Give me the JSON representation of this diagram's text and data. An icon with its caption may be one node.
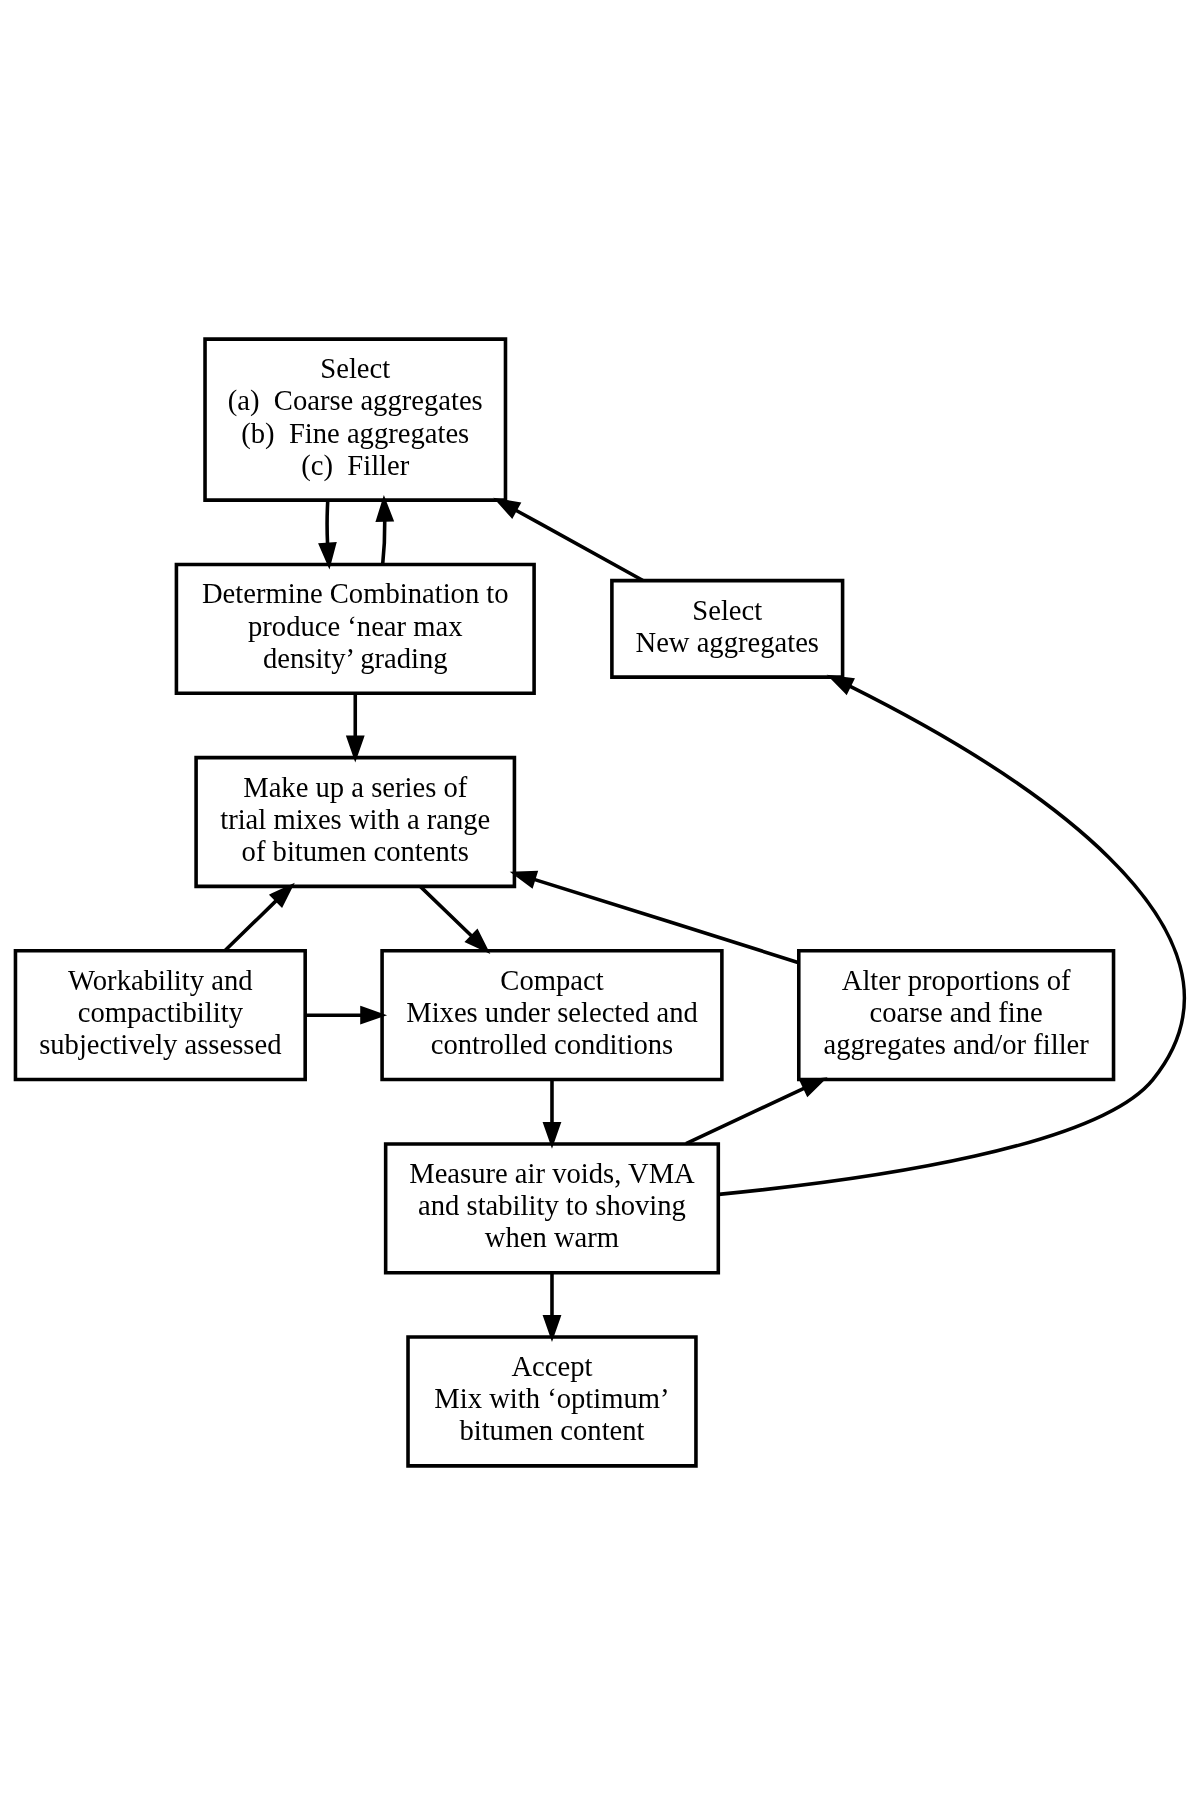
{
  "diagram": {
    "nodes": [
      {
        "text": [
          "Select",
          "(a)  Coarse aggregates",
          "(b)  Fine aggregates",
          "(c)  Filler"
        ]
      },
      {
        "text": [
          "Determine Combination to produce ‘near max density’ grading"
        ]
      },
      {
        "text": [
          "Select",
          "New aggregates"
        ]
      },
      {
        "text": [
          "Make up a series of trial mixes with a range of bitumen contents"
        ]
      },
      {
        "text": [
          "Workability and compactibility subjectively assessed"
        ]
      },
      {
        "text": [
          "Compact",
          "Mixes under selected and controlled conditions"
        ]
      },
      {
        "text": [
          "Alter proportions of coarse and fine aggregates and/or filler"
        ]
      },
      {
        "text": [
          "Measure air voids, VMA and stability to shoving when warm"
        ]
      },
      {
        "text": [
          "Accept",
          "Mix with ‘optimum’ bitumen content"
        ]
      }
    ],
    "edges": [
      {
        "from": 0,
        "to": 1,
        "arrow": "to"
      },
      {
        "from": 1,
        "to": 0,
        "arrow": "to"
      },
      {
        "from": 2,
        "to": 0,
        "arrow": "to"
      },
      {
        "from": 1,
        "to": 3,
        "arrow": "to"
      },
      {
        "from": 4,
        "to": 3,
        "arrow": "to"
      },
      {
        "from": 4,
        "to": 5,
        "arrow": "to"
      },
      {
        "from": 3,
        "to": 5,
        "arrow": "to"
      },
      {
        "from": 5,
        "to": 7,
        "arrow": "to"
      },
      {
        "from": 7,
        "to": 8,
        "arrow": "to"
      },
      {
        "from": 7,
        "to": 6,
        "arrow": "to"
      },
      {
        "from": 7,
        "to": 2,
        "arrow": "to"
      },
      {
        "from": 6,
        "to": 3,
        "arrow": "to"
      }
    ]
  }
}
